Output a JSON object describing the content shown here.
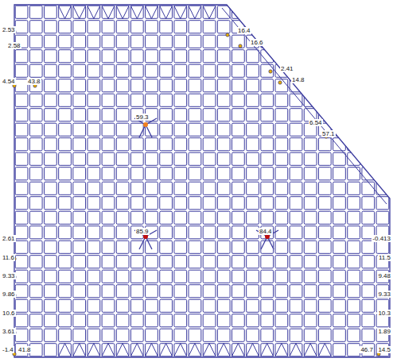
{
  "diagram": {
    "labels": [
      "2.53",
      "2.58",
      "4.54",
      "43.8",
      "16.4",
      "16.6",
      "2.41",
      "14.8",
      "6.54",
      "57.1",
      "59.3",
      "85.9",
      "84.4",
      "2.61",
      "11.6",
      "9.33",
      "9.86",
      "10.6",
      "3.61",
      "-1.4",
      "41.8",
      "-0.413",
      "11.5",
      "9.48",
      "9.33",
      "10.3",
      "1.89",
      "46.7",
      "14.5"
    ]
  }
}
